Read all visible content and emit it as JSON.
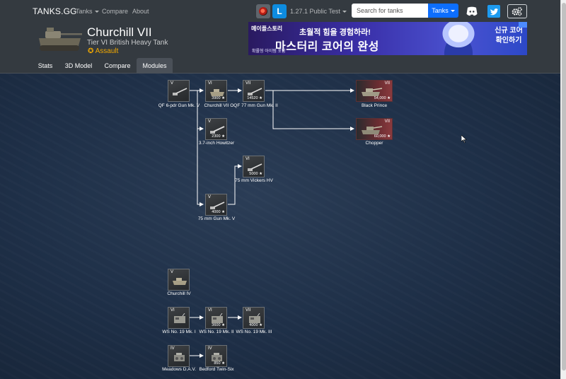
{
  "navbar": {
    "brand": "TANKS.GG",
    "links": {
      "tanks": "Tanks",
      "compare": "Compare",
      "about": "About"
    },
    "version": "1.27.1 Public Test",
    "lesta_letter": "L",
    "search_placeholder": "Search for tanks",
    "search_button": "Tanks"
  },
  "tank": {
    "name": "Churchill VII",
    "subtitle": "Tier VI British Heavy Tank",
    "role": "Assault"
  },
  "ad": {
    "logo": "메이플스토리",
    "title": "초월적 힘을 경험하라!",
    "headline": "마스터리 코어의 완성",
    "small": "확률형 아이템 포함",
    "cta_line1": "신규 코어",
    "cta_line2": "확인하기"
  },
  "tabs": {
    "stats": "Stats",
    "model": "3D Model",
    "compare": "Compare",
    "modules": "Modules"
  },
  "modules": {
    "gun_qf6": {
      "tier": "V",
      "label": "QF 6-pdr Gun Mk. V"
    },
    "hull_vii": {
      "tier": "VI",
      "price": "3900",
      "label": "Churchill VII"
    },
    "gun_oqf77": {
      "tier": "VII",
      "price": "14520",
      "label": "OQF 77 mm Gun Mk. II"
    },
    "gun_how": {
      "tier": "V",
      "price": "2300",
      "label": "3.7-inch Howitzer"
    },
    "gun_vickers": {
      "tier": "VI",
      "price": "5000",
      "label": "75 mm Vickers HV"
    },
    "gun_75mk5": {
      "tier": "V",
      "price": "4000",
      "label": "75 mm Gun Mk. V"
    },
    "hull_iv": {
      "tier": "V",
      "label": "Churchill IV"
    },
    "radio_mk1": {
      "tier": "VI",
      "label": "WS No. 19 Mk. I"
    },
    "radio_mk2": {
      "tier": "VI",
      "price": "3600",
      "label": "WS No. 19 Mk. II"
    },
    "radio_mk3": {
      "tier": "VII",
      "price": "4000",
      "label": "WS No. 19 Mk. III"
    },
    "engine_meadows": {
      "tier": "IV",
      "label": "Meadows D.A.V."
    },
    "engine_bedford": {
      "tier": "IV",
      "price": "850",
      "label": "Bedford Twin-Six"
    }
  },
  "next_tanks": {
    "black_prince": {
      "tier": "VII",
      "price": "54,000",
      "label": "Black Prince"
    },
    "chopper": {
      "tier": "VII",
      "price": "60,000",
      "label": "Chopper"
    }
  },
  "colors": {
    "role": "#f2a900",
    "search_button": "#0d6efd",
    "twitter": "#1d9bf0",
    "lesta": "#0d8ce0"
  }
}
